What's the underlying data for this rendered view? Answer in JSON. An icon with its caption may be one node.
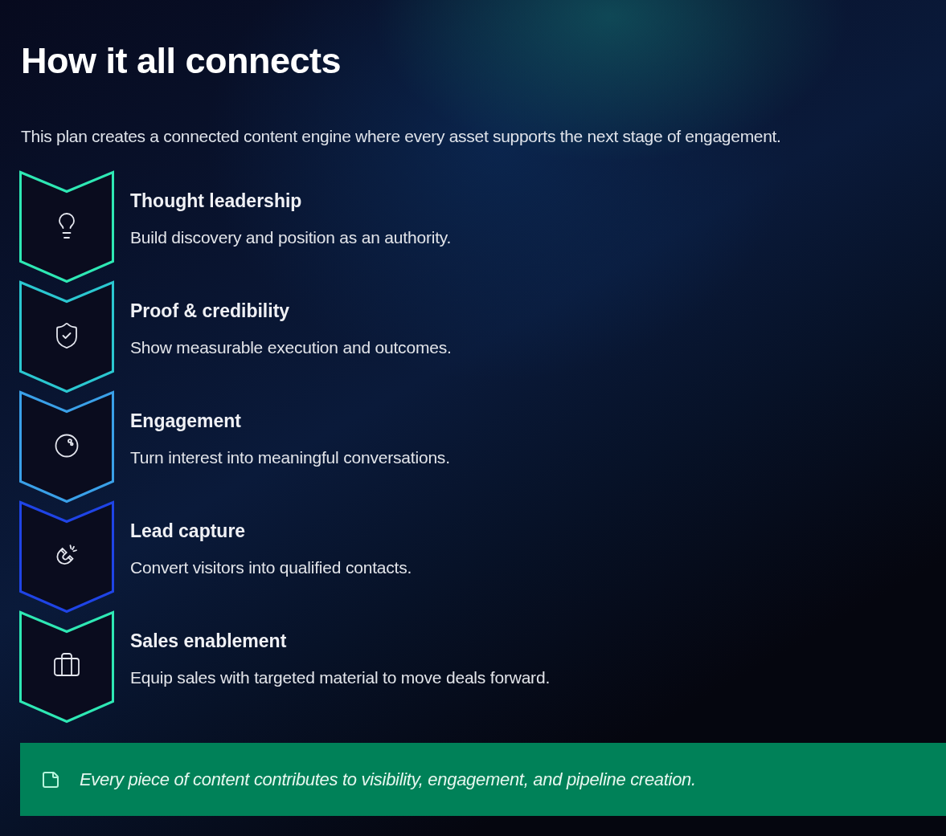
{
  "diagram": {
    "title": "How it all connects",
    "nodes": [
      {
        "text": [
          "Thought leadership",
          "Build discovery and position as an authority."
        ]
      },
      {
        "text": [
          "Proof & credibility",
          "Show measurable execution and outcomes."
        ]
      },
      {
        "text": [
          "Engagement",
          "Turn interest into meaningful conversations."
        ]
      },
      {
        "text": [
          "Lead capture",
          "Convert visitors into qualified contacts."
        ]
      },
      {
        "text": [
          "Sales enablement",
          "Equip sales with targeted material to move deals forward."
        ]
      },
      {
        "text": [
          "Every piece of content contributes to visibility, engagement, and pipeline creation."
        ]
      }
    ],
    "labels": [
      "This plan creates a connected content engine where every asset supports the next stage of engagement."
    ]
  }
}
